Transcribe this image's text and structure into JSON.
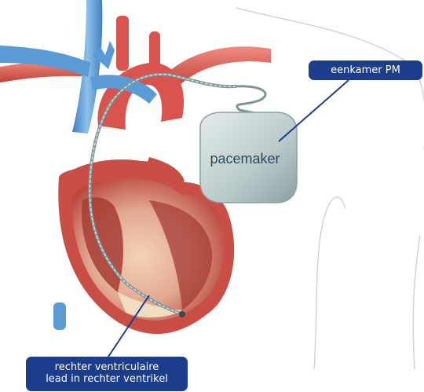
{
  "device_label": "pacemaker",
  "callouts": {
    "pacemaker": "eenkamer PM",
    "lead_line1": "rechter ventriculaire",
    "lead_line2": "lead in rechter ventrikel"
  },
  "colors": {
    "callout_bg": "#1b3d8c",
    "callout_text": "#ffffff",
    "leader_line": "#1b3d8c",
    "artery_red": "#d9534f",
    "vein_blue": "#5b9bd5",
    "heart_muscle": "#c94f46",
    "pacemaker_body": "#b5c6c7",
    "pacemaker_text": "#2c4a5a",
    "body_outline": "#c9ced6"
  }
}
